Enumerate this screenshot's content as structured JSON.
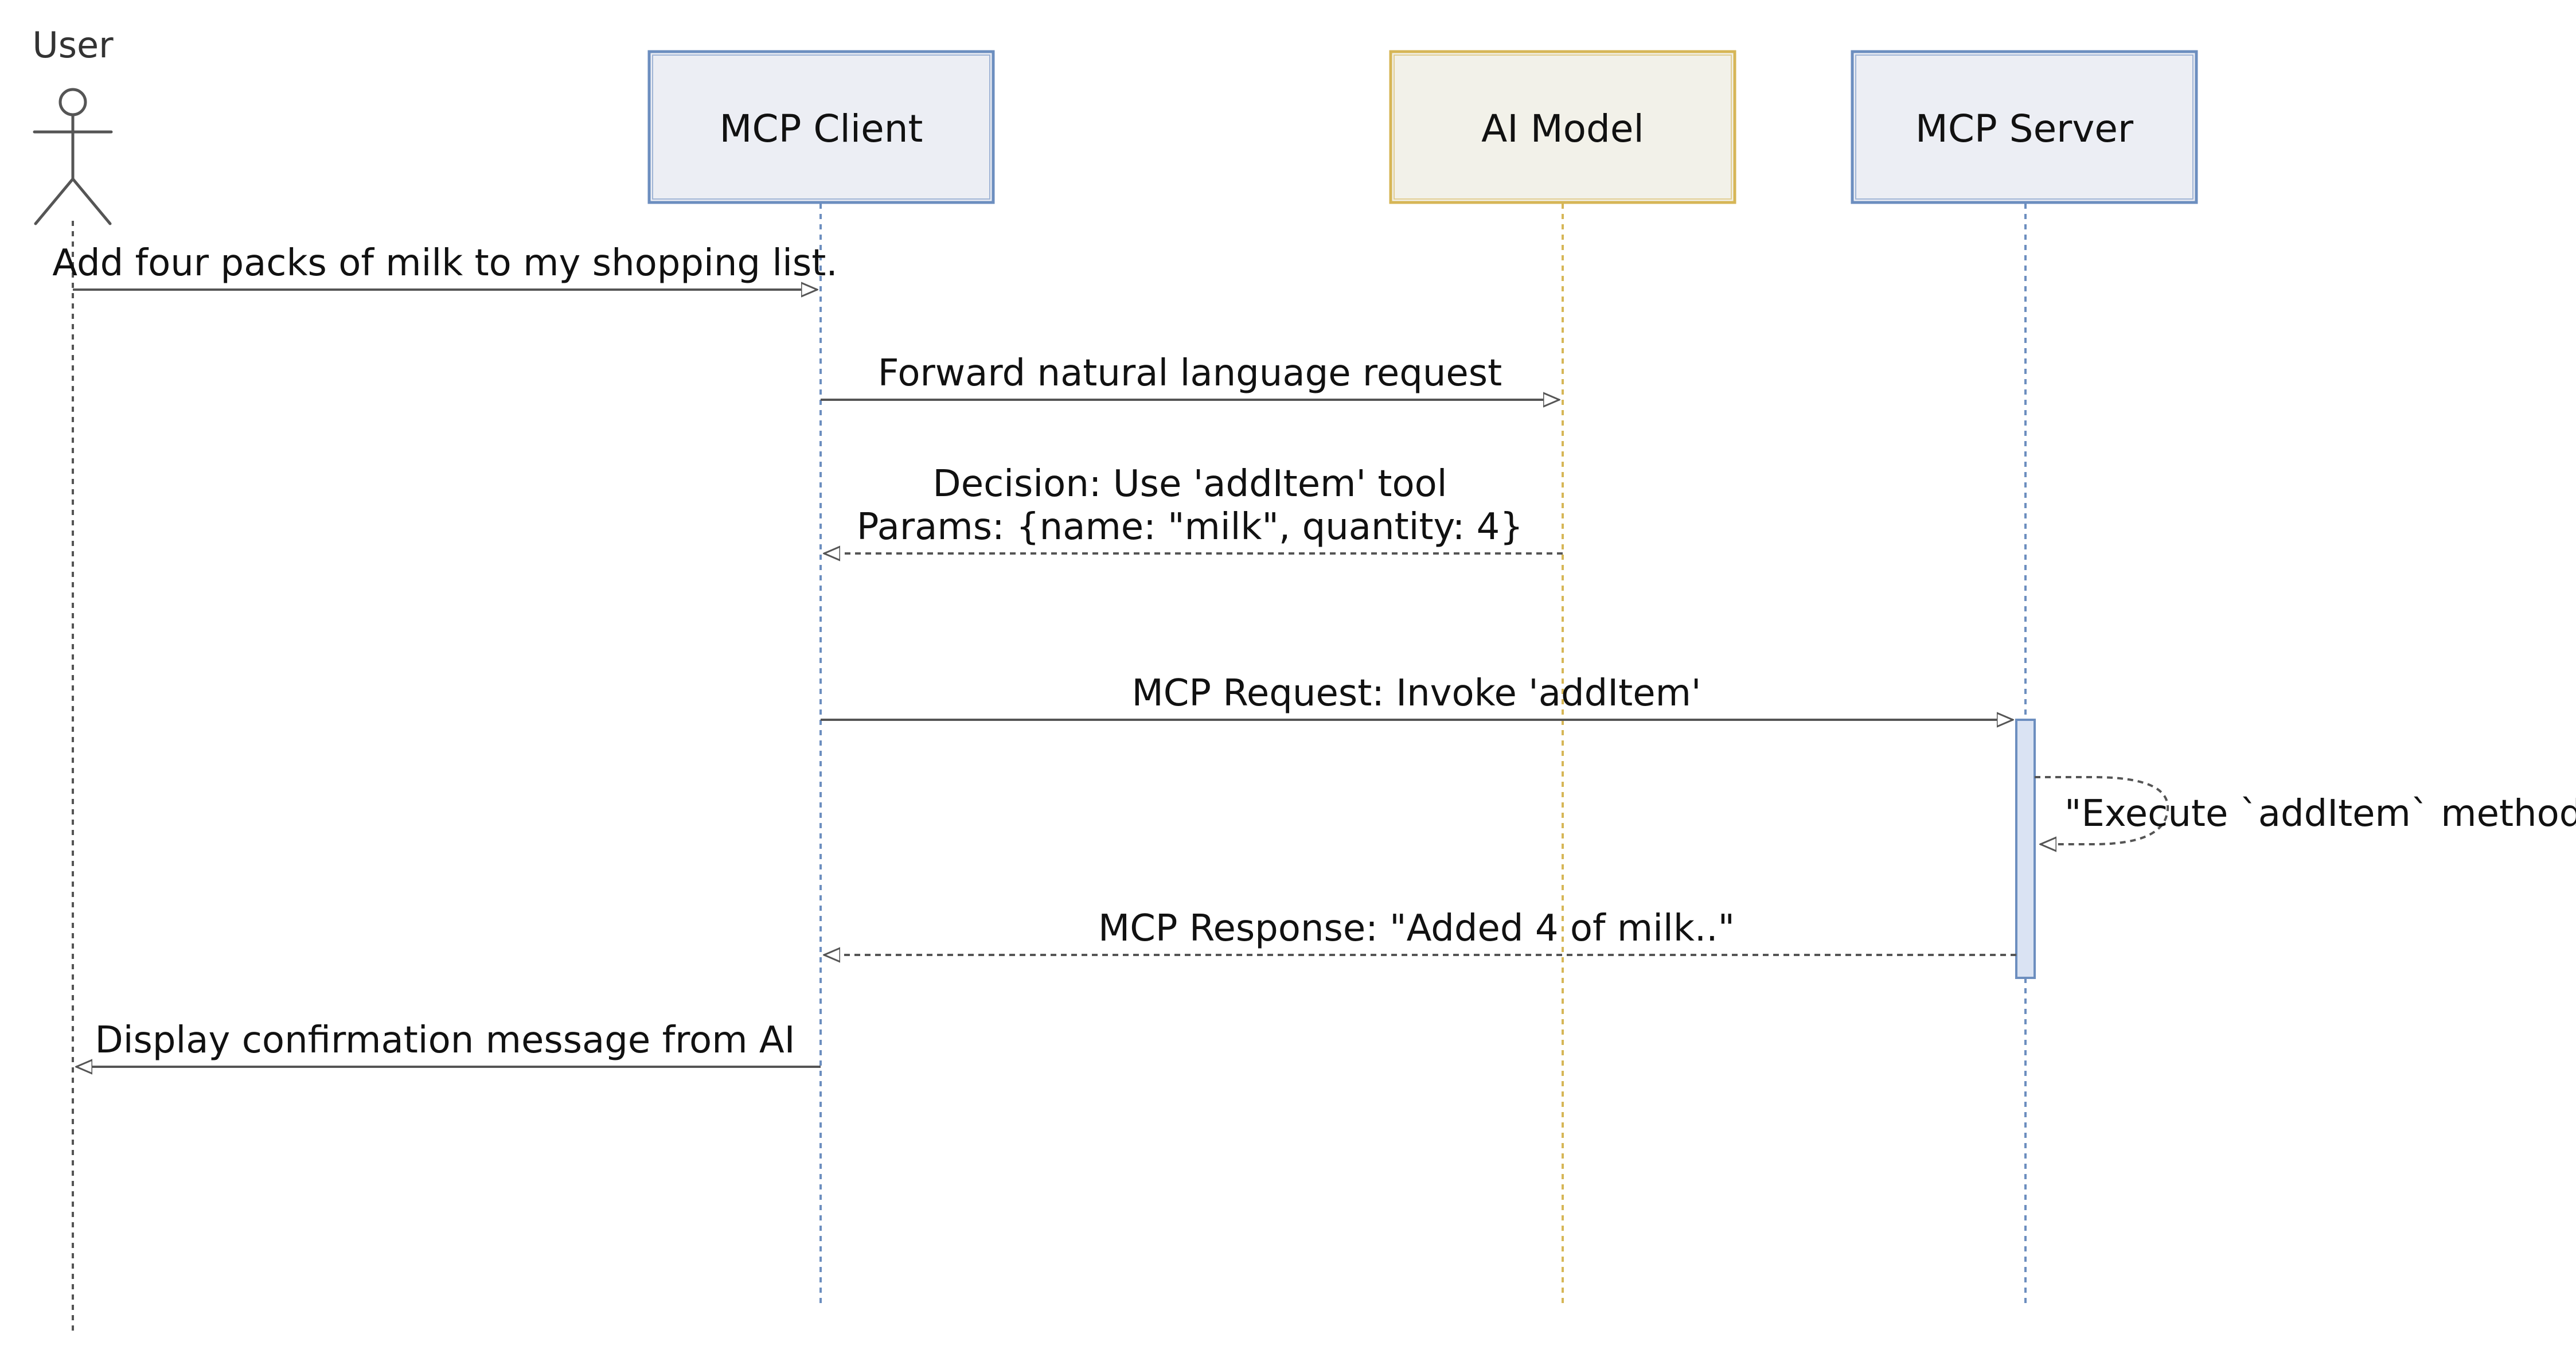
{
  "colors": {
    "client": "#6c8ebf",
    "client_fill": "#eceef4",
    "model": "#d6b656",
    "model_fill": "#f2f1e9",
    "server": "#6c8ebf",
    "server_fill": "#eceef4",
    "arrow": "#555555",
    "text": "#111111"
  },
  "participants": {
    "user": "User",
    "client": "MCP Client",
    "model": "AI Model",
    "server": "MCP Server"
  },
  "messages": {
    "m1": "Add four packs of milk to my shopping list.",
    "m2": "Forward natural language request",
    "m3_line1": "Decision: Use 'addItem' tool",
    "m3_line2": "Params: {name: \"milk\", quantity: 4}",
    "m4": "MCP Request: Invoke 'addItem'",
    "m5": "\"Execute `addItem` method",
    "m6": "MCP Response: \"Added 4 of milk..\"",
    "m7": "Display confirmation message from AI"
  }
}
